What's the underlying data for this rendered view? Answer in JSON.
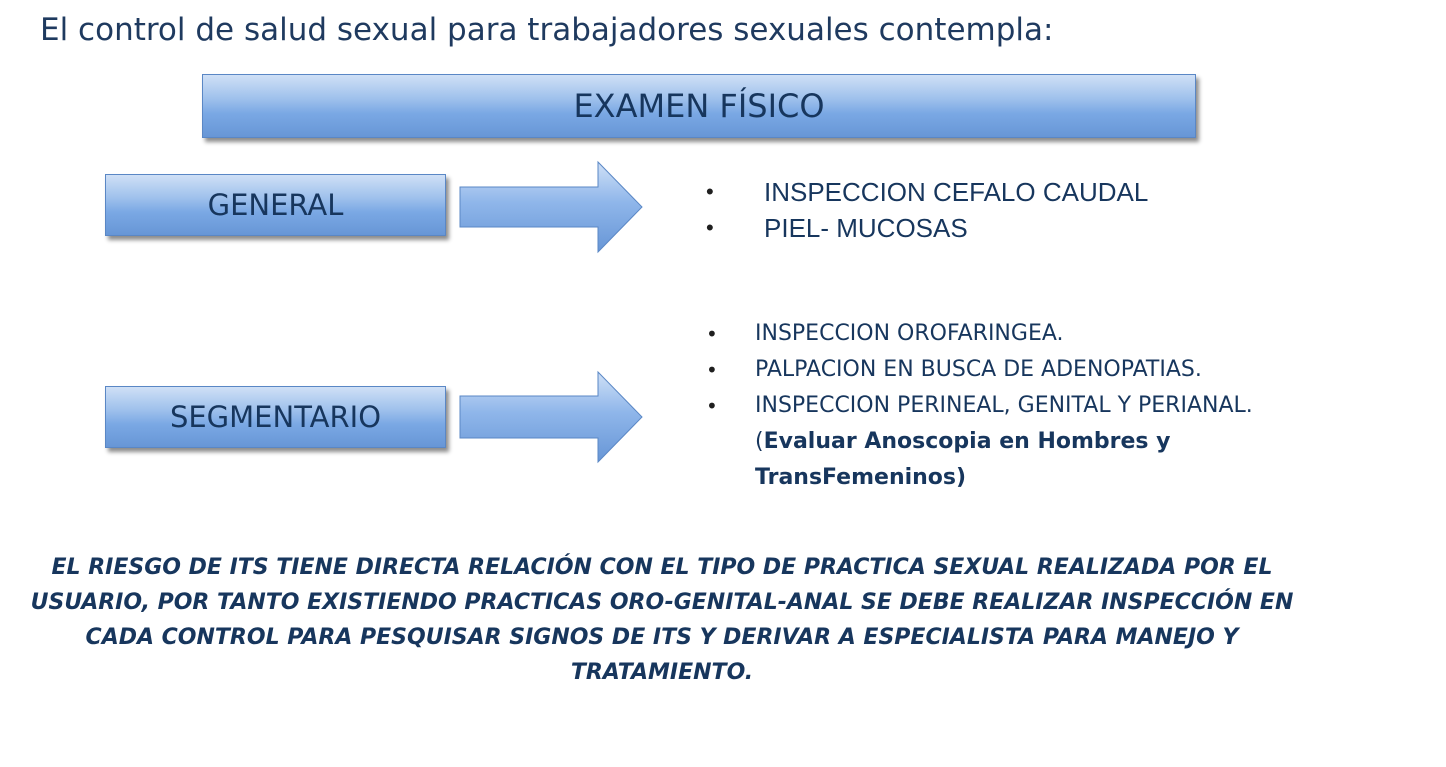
{
  "title": "El control de salud sexual para trabajadores sexuales contempla:",
  "main_box": "EXAMEN FÍSICO",
  "general": {
    "label": "GENERAL",
    "items": [
      "INSPECCION CEFALO CAUDAL",
      "PIEL- MUCOSAS"
    ]
  },
  "segmentario": {
    "label": "SEGMENTARIO",
    "item1": "INSPECCION OROFARINGEA.",
    "item2": "PALPACION EN BUSCA DE ADENOPATIAS.",
    "item3_text": "INSPECCION PERINEAL, GENITAL Y PERIANAL. (",
    "item3_bold": "Evaluar Anoscopia en Hombres y TransFemeninos)"
  },
  "note": "EL RIESGO DE ITS TIENE DIRECTA RELACIÓN CON EL TIPO DE PRACTICA SEXUAL REALIZADA POR EL USUARIO, POR TANTO EXISTIENDO PRACTICAS ORO-GENITAL-ANAL SE DEBE REALIZAR INSPECCIÓN EN CADA CONTROL PARA PESQUISAR SIGNOS DE ITS  Y DERIVAR A ESPECIALISTA PARA MANEJO Y TRATAMIENTO.",
  "colors": {
    "text": "#17365d",
    "box_light": "#cfe0f6",
    "box_dark": "#6796d6"
  }
}
